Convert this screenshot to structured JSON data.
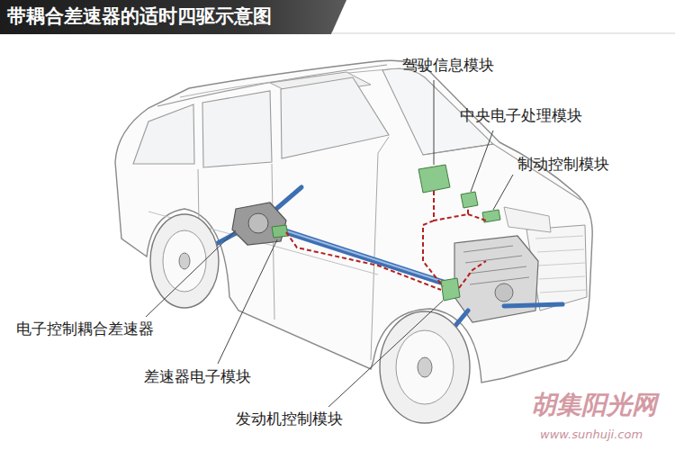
{
  "diagram": {
    "title": "带耦合差速器的适时四驱示意图",
    "labels": [
      "驾驶信息模块",
      "中央电子处理模块",
      "制动控制模块",
      "电子控制耦合差速器",
      "差速器电子模块",
      "发动机控制模块",
      "胡集阳光网",
      "www.sunhuji.com"
    ]
  }
}
